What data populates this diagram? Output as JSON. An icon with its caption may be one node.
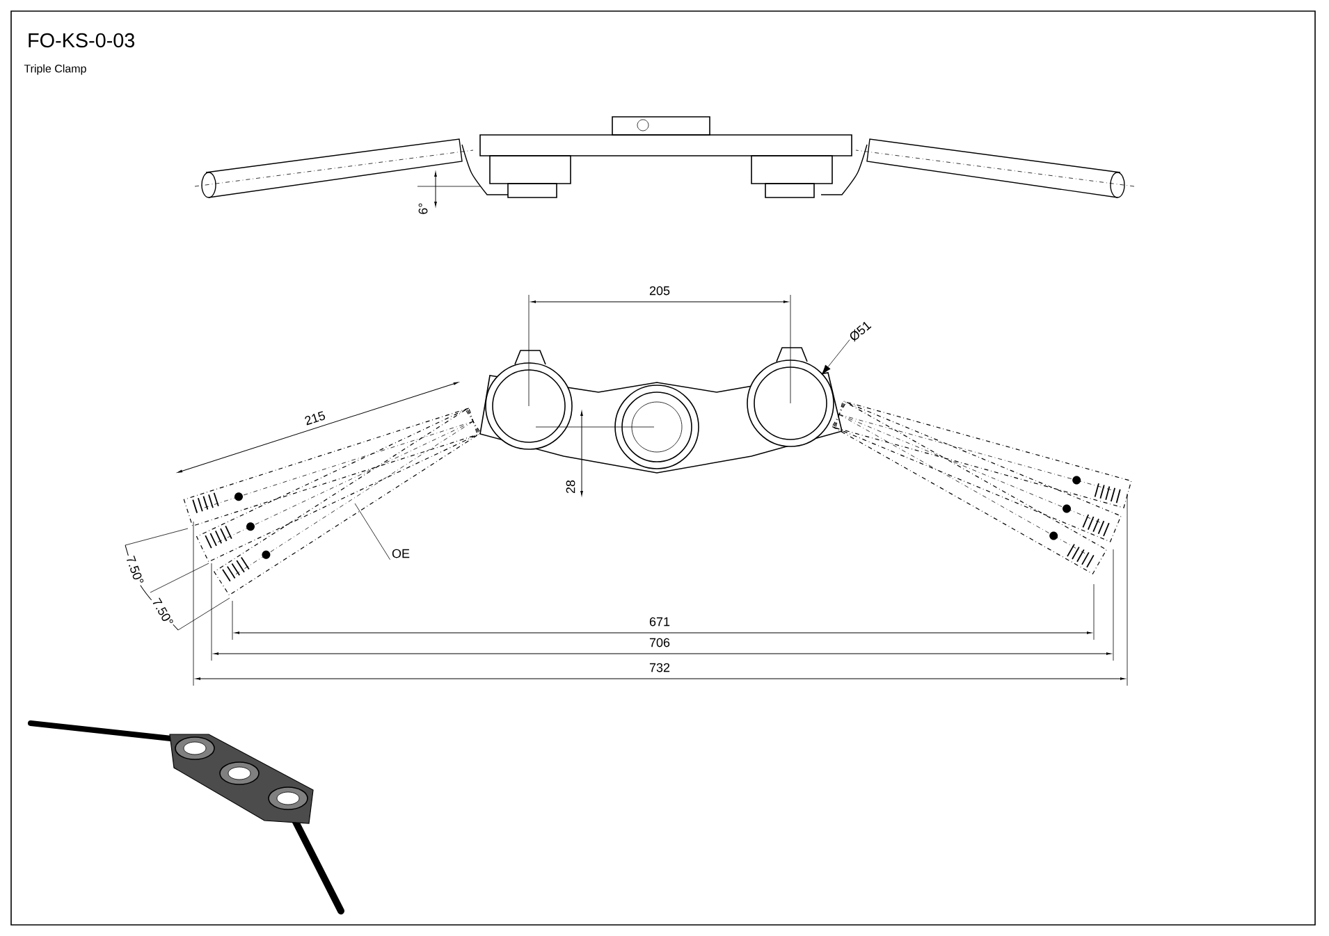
{
  "diagram": {
    "title": "FO-KS-0-03",
    "nodes": [
      {
        "text": [
          "OE"
        ]
      },
      {
        "text": [
          "Ø51"
        ]
      }
    ],
    "edges": [
      {
        "from": 0,
        "to": null,
        "arrow": "none"
      },
      {
        "from": 1,
        "to": null,
        "arrow": "to"
      }
    ],
    "labels": [
      "Triple Clamp",
      "6°",
      "205",
      "215",
      "28",
      "7.50°",
      "7.50°",
      "671",
      "706",
      "732"
    ]
  }
}
